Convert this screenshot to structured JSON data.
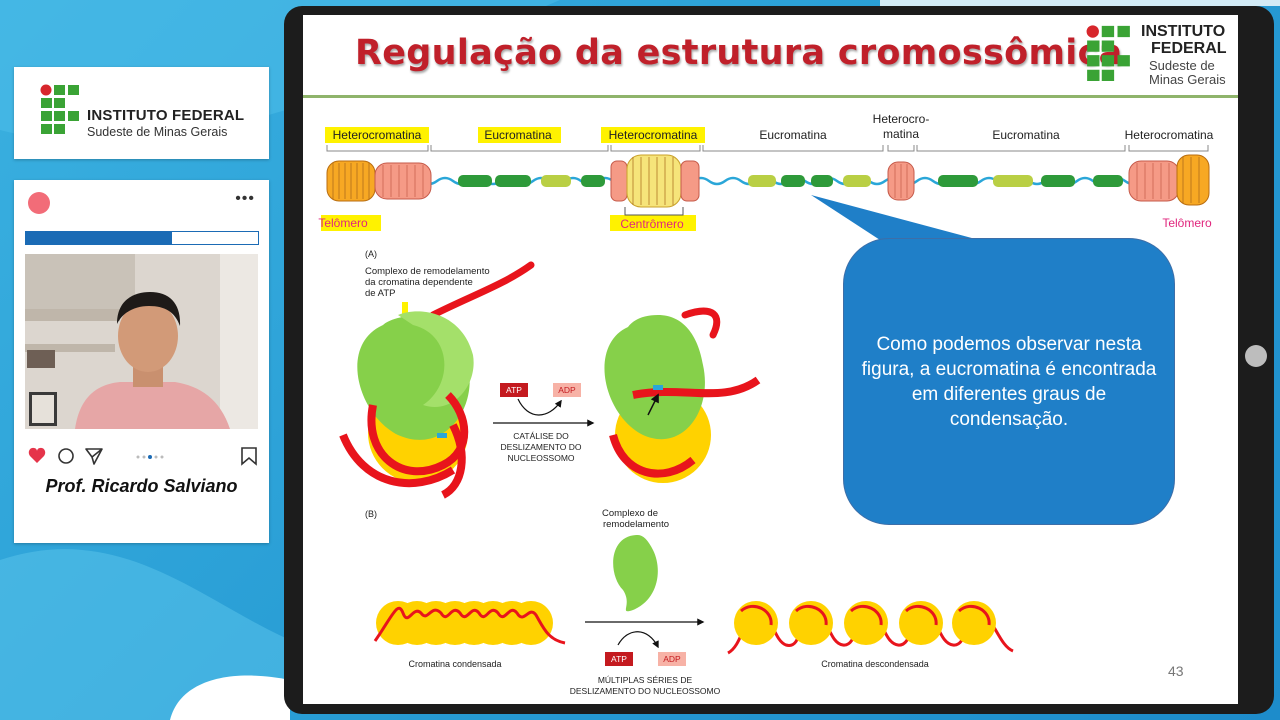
{
  "sidebar": {
    "logo": {
      "name": "INSTITUTO FEDERAL",
      "subtitle": "Sudeste de Minas Gerais"
    },
    "card": {
      "more_icon": "more-dots-icon",
      "progress_fraction": 0.63,
      "video_poster": "Webcam of presenter",
      "actions": [
        "heart-icon",
        "comment-icon",
        "send-icon",
        "carousel-dots-icon",
        "bookmark-icon"
      ],
      "presenter": "Prof. Ricardo Salviano"
    }
  },
  "slide": {
    "title": "Regulação da estrutura cromossômica",
    "logo": {
      "name_line1": "INSTITUTO",
      "name_line2": "FEDERAL",
      "sub_line1": "Sudeste de",
      "sub_line2": "Minas Gerais"
    },
    "chromosome_labels": {
      "heterocromatina_1": "Heterocromatina",
      "eucromatina_1": "Eucromatina",
      "heterocromatina_2": "Heterocromatina",
      "eucromatina_2": "Eucromatina",
      "heterocromatina_3_line1": "Heterocro-",
      "heterocromatina_3_line2": "matina",
      "eucromatina_3": "Eucromatina",
      "heterocromatina_4": "Heterocromatina",
      "telomero_left": "Telômero",
      "centromero": "Centrômero",
      "telomero_right": "Telômero"
    },
    "panel_a": {
      "tag": "(A)",
      "complex_label_line1": "Complexo de remodelamento",
      "complex_label_line2": "da cromatina dependente",
      "complex_label_line3": "de ATP",
      "atp": "ATP",
      "adp": "ADP",
      "caption_line1": "CATÁLISE DO",
      "caption_line2": "DESLIZAMENTO DO",
      "caption_line3": "NUCLEOSSOMO"
    },
    "panel_b": {
      "tag": "(B)",
      "complex_label_line1": "Complexo de",
      "complex_label_line2": "remodelamento",
      "left_caption": "Cromatina condensada",
      "right_caption": "Cromatina descondensada",
      "atp": "ATP",
      "adp": "ADP",
      "caption_line1": "MÚLTIPLAS SÉRIES DE",
      "caption_line2": "DESLIZAMENTO DO NUCLEOSSOMO"
    },
    "bubble_text": "Como podemos observar nesta figura, a eucromatina é encontrada em diferentes graus de condensação.",
    "page_number": "43",
    "colors": {
      "title": "#c0202a",
      "bubble": "#1f7fc8",
      "highlight": "#fff200",
      "histone": "#ffd200",
      "dna": "#e8141c",
      "remodeler": "#86d04a"
    }
  }
}
